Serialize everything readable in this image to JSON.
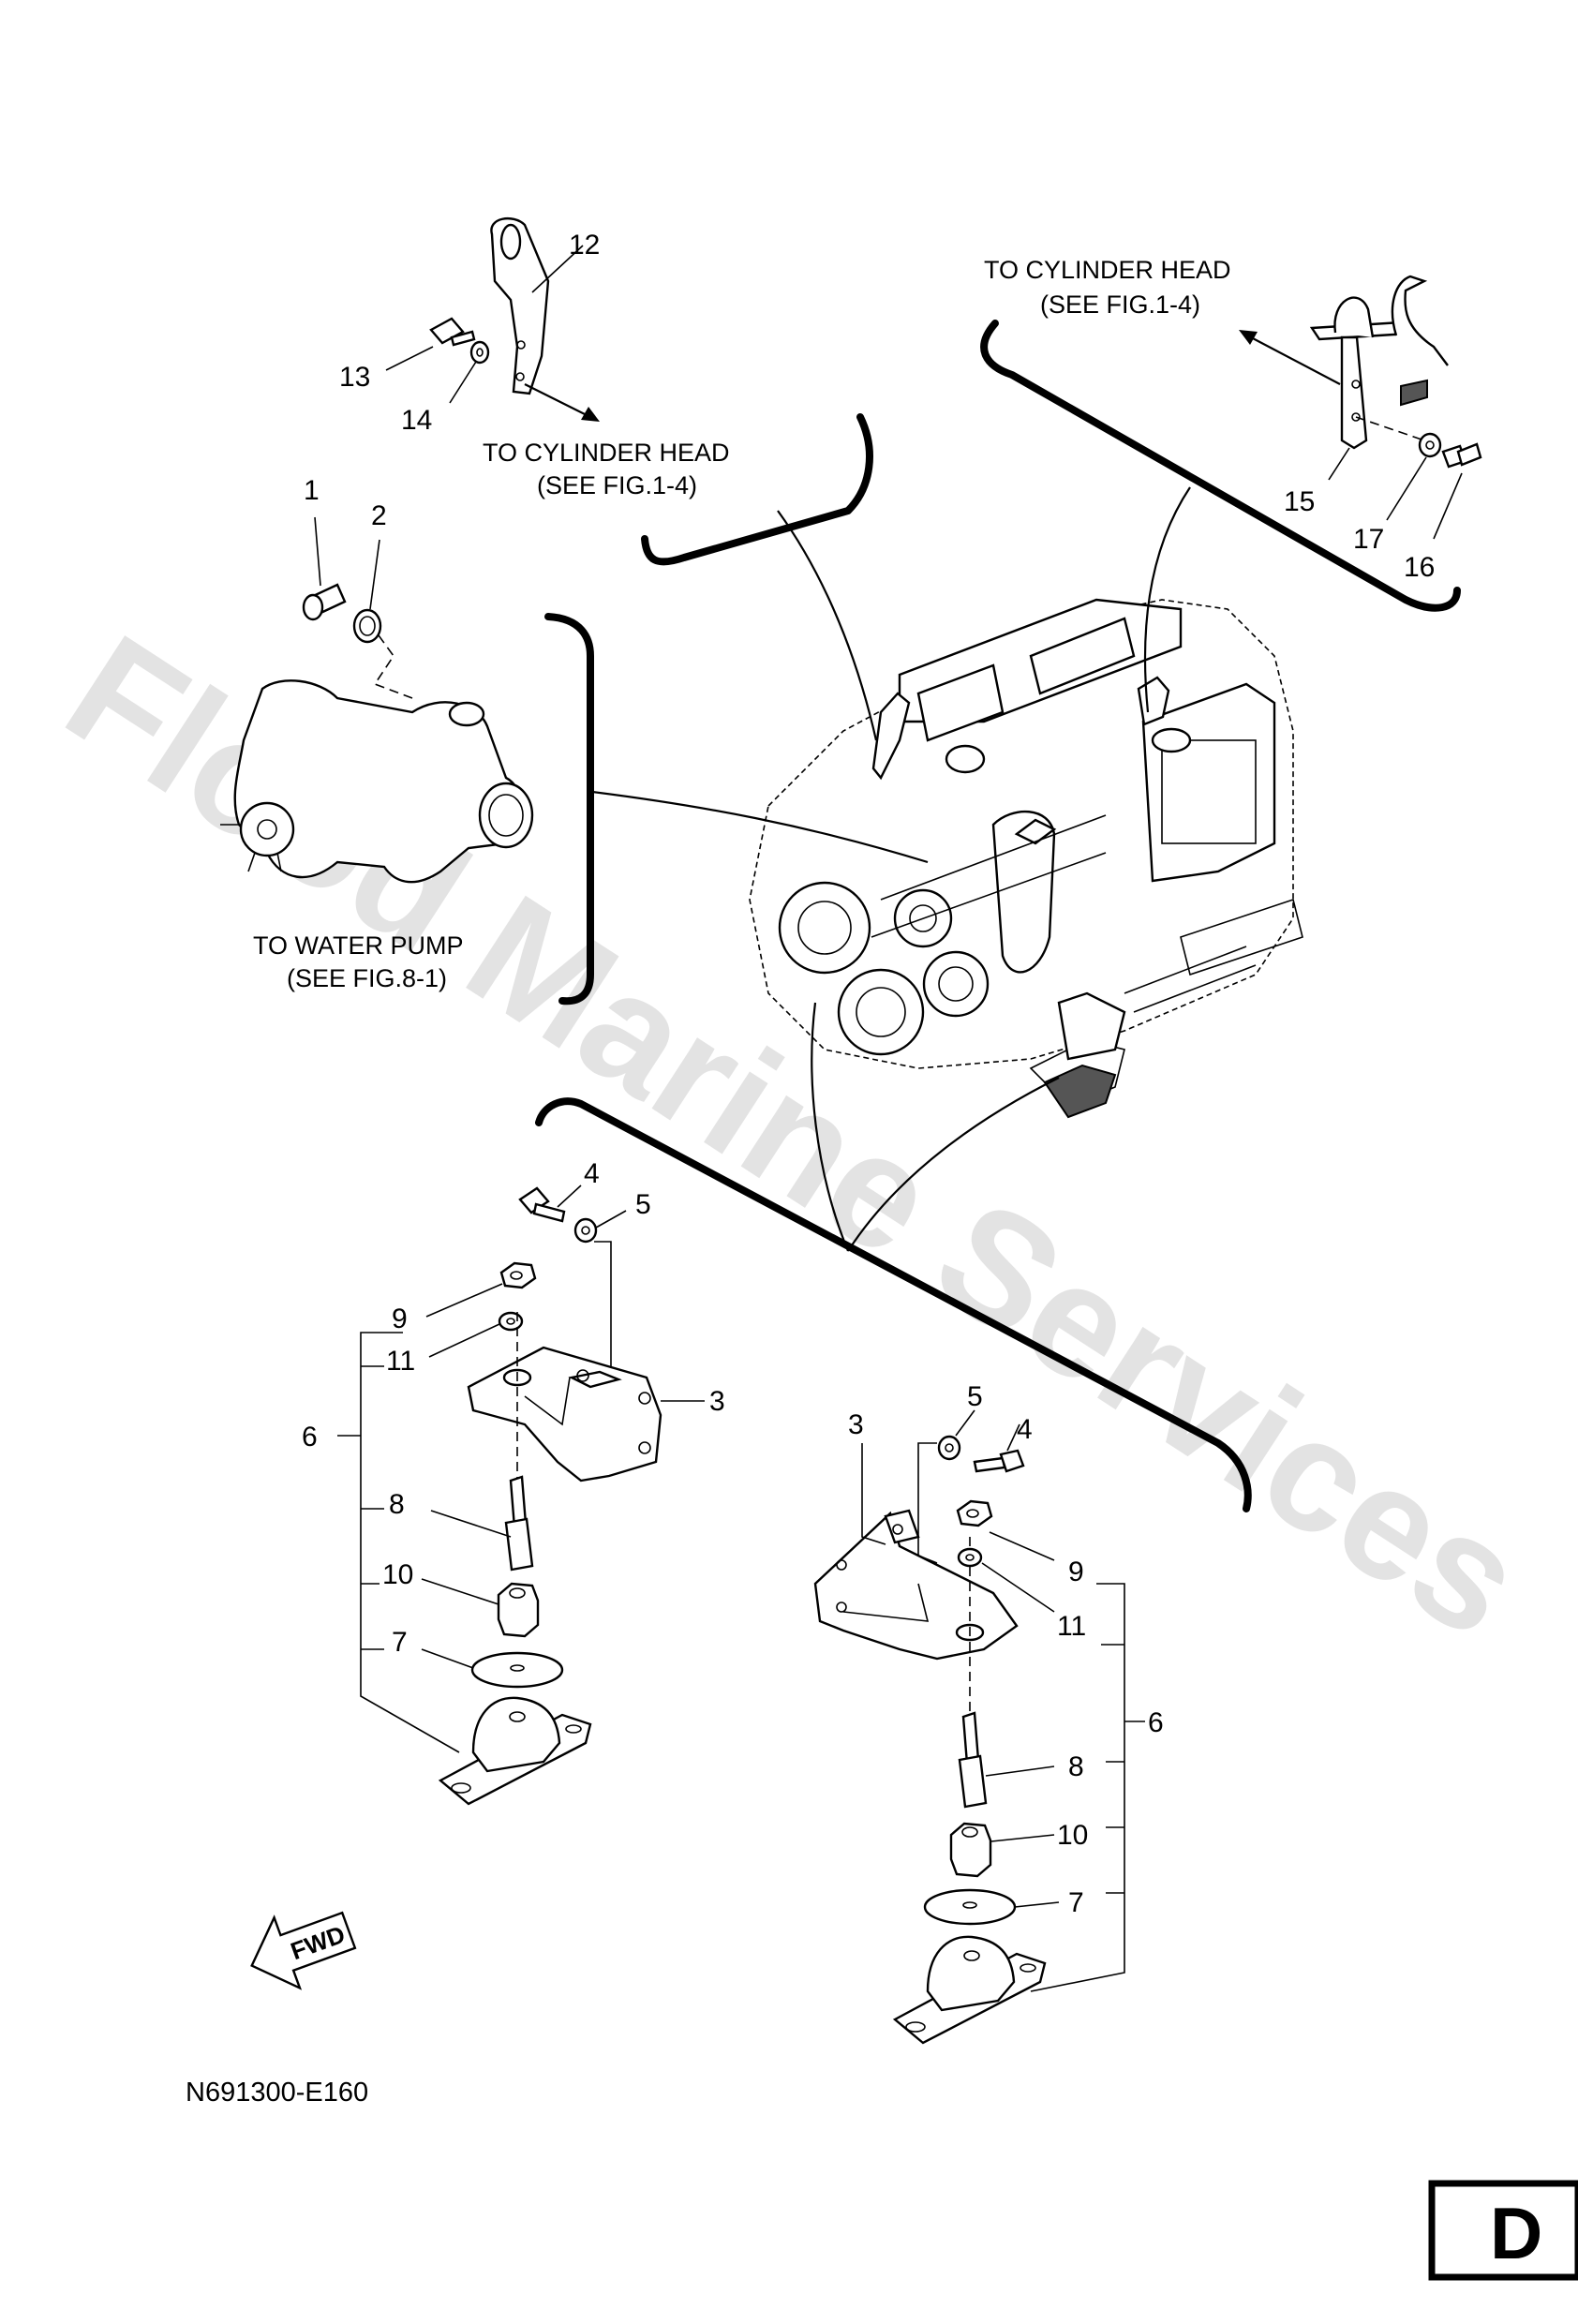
{
  "watermark": "Flood Marine Services",
  "drawing_code": "N691300-E160",
  "page_letter": "D",
  "fwd_label": "FWD",
  "notes": {
    "cyl_head_left_line1": "TO CYLINDER HEAD",
    "cyl_head_left_line2": "(SEE FIG.1-4)",
    "cyl_head_right_line1": "TO CYLINDER HEAD",
    "cyl_head_right_line2": "(SEE FIG.1-4)",
    "water_pump_line1": "TO WATER PUMP",
    "water_pump_line2": "(SEE FIG.8-1)"
  },
  "callouts": {
    "c1": "1",
    "c2": "2",
    "c12": "12",
    "c13": "13",
    "c14": "14",
    "c15": "15",
    "c16": "16",
    "c17": "17",
    "left_c4": "4",
    "left_c5": "5",
    "left_c9": "9",
    "left_c11": "11",
    "left_c3": "3",
    "left_c6": "6",
    "left_c8": "8",
    "left_c10": "10",
    "left_c7": "7",
    "right_c5": "5",
    "right_c4": "4",
    "right_c3": "3",
    "right_c9": "9",
    "right_c11": "11",
    "right_c6": "6",
    "right_c8": "8",
    "right_c10": "10",
    "right_c7": "7"
  }
}
